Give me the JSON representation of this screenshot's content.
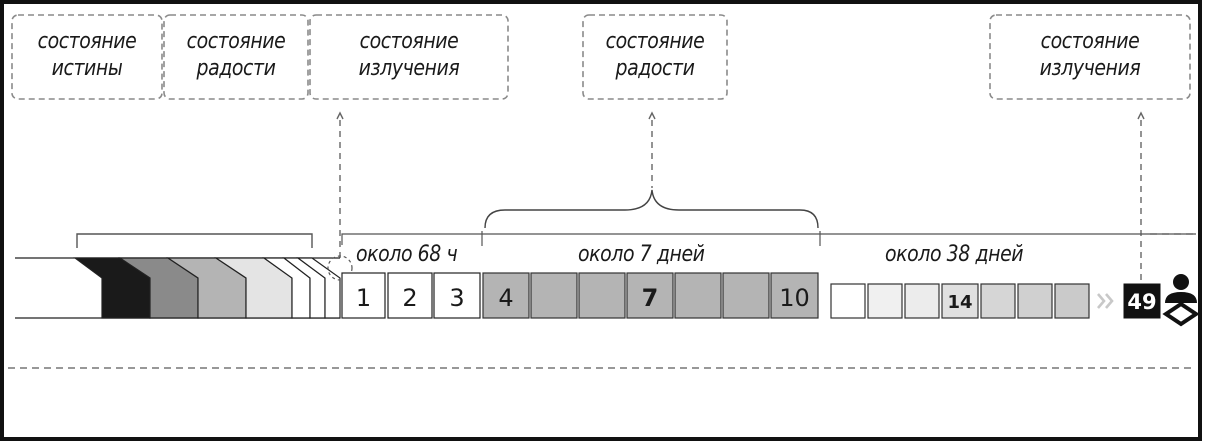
{
  "states": [
    {
      "line1": "состояние",
      "line2": "истины"
    },
    {
      "line1": "состояние",
      "line2": "радости"
    },
    {
      "line1": "состояние",
      "line2": "излучения"
    },
    {
      "line1": "состояние",
      "line2": "радости"
    },
    {
      "line1": "состояние",
      "line2": "излучения"
    }
  ],
  "periods": [
    "около 68 ч",
    "около 7 дней",
    "около 38 дней"
  ],
  "day_labels": {
    "d1": "1",
    "d2": "2",
    "d3": "3",
    "d4": "4",
    "d7": "7",
    "d10": "10",
    "d14": "14",
    "d49": "49"
  },
  "colors": {
    "dark_cell": "#1a1a1a",
    "mid_cell": "#8a8a8a",
    "gray_cell": "#b4b4b4",
    "light_cell": "#e4e4e4",
    "line": "#555555"
  }
}
